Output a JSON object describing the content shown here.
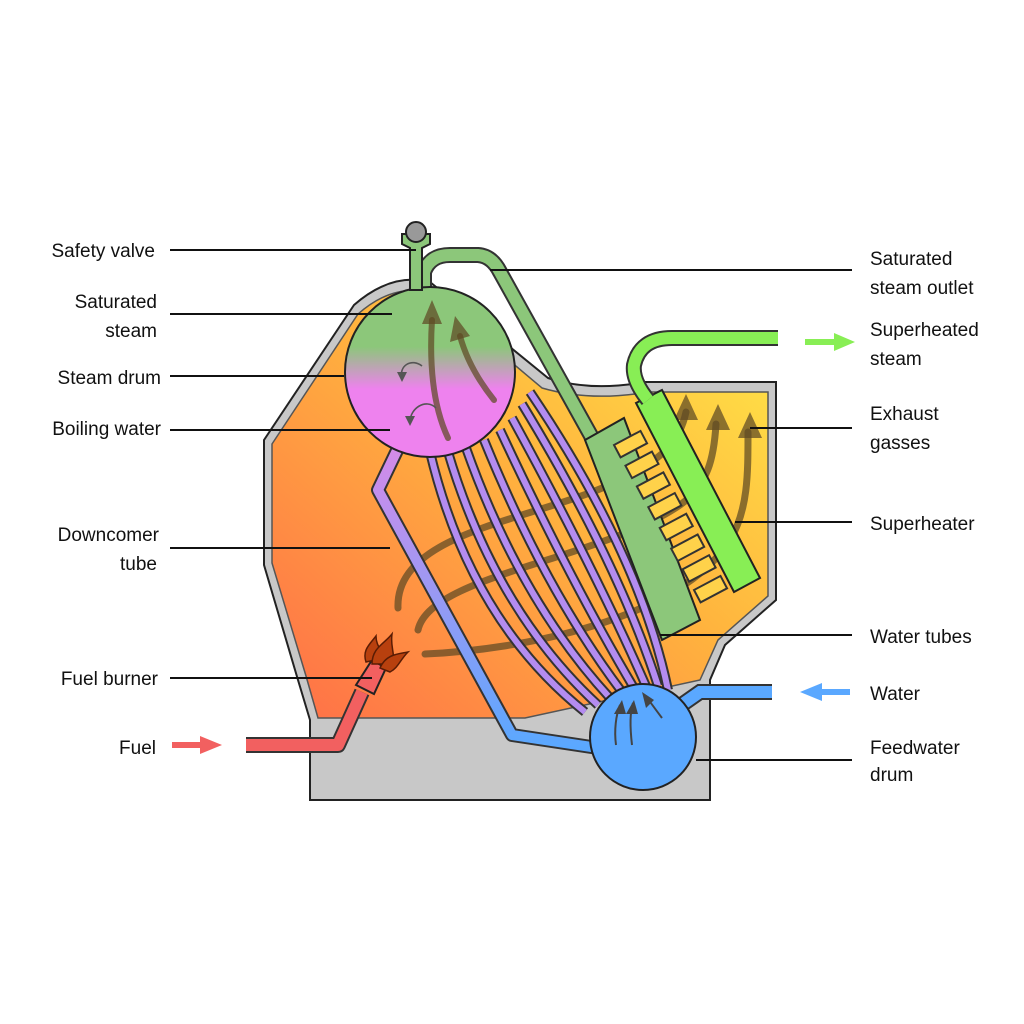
{
  "labels": {
    "safety_valve": "Safety valve",
    "saturated_steam_1": "Saturated",
    "saturated_steam_2": "steam",
    "steam_drum": "Steam drum",
    "boiling_water": "Boiling water",
    "downcomer_1": "Downcomer",
    "downcomer_2": "tube",
    "fuel_burner": "Fuel burner",
    "fuel": "Fuel",
    "saturated_outlet_1": "Saturated",
    "saturated_outlet_2": "steam outlet",
    "superheated_1": "Superheated",
    "superheated_2": "steam",
    "exhaust_1": "Exhaust",
    "exhaust_2": "gasses",
    "superheater": "Superheater",
    "water_tubes": "Water tubes",
    "water": "Water",
    "feedwater_1": "Feedwater",
    "feedwater_2": "drum"
  },
  "colors": {
    "saturated_steam": "#8cc77a",
    "boiling_water": "#ee82ee",
    "feedwater": "#5aa8ff",
    "superheater": "#88ee55",
    "superheated_arrow": "#88ee55",
    "water_arrow": "#5aa8ff",
    "fuel_arrow": "#f26060",
    "furnace_hot": "#ff7a45",
    "furnace_warm": "#ffc040",
    "exhaust": "#fff04a",
    "casing": "#c8c8c8",
    "downcomer": "#a08cf0"
  }
}
